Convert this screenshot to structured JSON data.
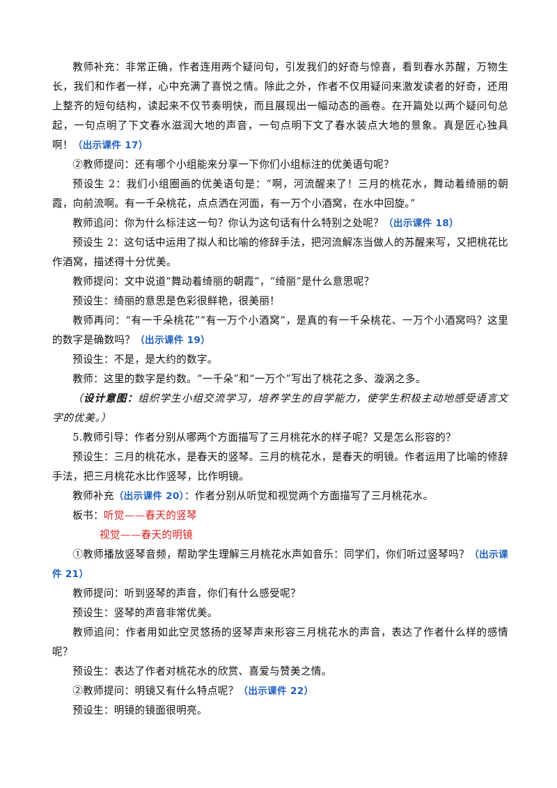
{
  "paragraphs": [
    {
      "parts": [
        {
          "t": "教师补充：非常正确，作者连用两个疑问句，引发我们的好奇与惊喜，看到春水苏醒，万物生长，我们和作者一样，心中充满了喜悦之情。除此之外，作者不仅用疑问来激发读者的好奇，还用上整齐的短句结构，读起来不仅节奏明快，而且展现出一幅动态的画卷。在开篇处以两个疑问句总起，一句点明了下文春水滋润大地的声音，一句点明下文了春水装点大地的景象。真是匠心独具啊！"
        },
        {
          "t": "（出示课件 17）",
          "hl": true
        }
      ]
    },
    {
      "parts": [
        {
          "t": "②教师提问：还有哪个小组能来分享一下你们小组标注的优美语句呢？"
        }
      ]
    },
    {
      "parts": [
        {
          "t": "预设生 2：我们小组圈画的优美语句是：“啊，河流醒来了！三月的桃花水，舞动着绮丽的朝霞，向前流啊。有一千朵桃花，点点洒在河面，有一万个小酒窝，在水中回旋。”"
        }
      ]
    },
    {
      "parts": [
        {
          "t": "教师追问：你为什么标注这一句？你认为这句话有什么特别之处呢？"
        },
        {
          "t": "（出示课件 18）",
          "hl": true
        }
      ]
    },
    {
      "parts": [
        {
          "t": "预设生 2：这句话中运用了拟人和比喻的修辞手法，把河流解冻当做人的苏醒来写，又把桃花比作酒窝，描述得十分优美。"
        }
      ]
    },
    {
      "parts": [
        {
          "t": "教师提问：文中说道“舞动着绮丽的朝霞”，“绮丽”是什么意思呢？"
        }
      ]
    },
    {
      "parts": [
        {
          "t": "预设生：绮丽的意思是色彩很鲜艳，很美丽！"
        }
      ]
    },
    {
      "parts": [
        {
          "t": "教师再问：“有一千朵桃花”“有一万个小酒窝”，是真的有一千朵桃花、一万个小酒窝吗？这里的数字是确数吗？"
        },
        {
          "t": "（出示课件 19）",
          "hl": true
        }
      ]
    },
    {
      "parts": [
        {
          "t": "预设生：不是，是大约的数字。"
        }
      ]
    },
    {
      "parts": [
        {
          "t": "教师：这里的数字是约数。“一千朵”和“一万个”写出了桃花之多、漩涡之多。"
        }
      ]
    },
    {
      "design": true,
      "parts": [
        {
          "t": "（"
        },
        {
          "t": "设计意图：",
          "b": true
        },
        {
          "t": "组织学生小组交流学习，培养学生的自学能力，使学生积极主动地感受语言文字的优美。）"
        }
      ]
    },
    {
      "parts": [
        {
          "t": "5.教师引导：作者分别从哪两个方面描写了三月桃花水的样子呢？又是怎么形容的？"
        }
      ]
    },
    {
      "parts": [
        {
          "t": "预设生：三月的桃花水，是春天的竖琴。三月的桃花水，是春天的明镜。作者运用了比喻的修辞手法，把三月桃花水比作竖琴，比作明镜。"
        }
      ]
    },
    {
      "parts": [
        {
          "t": "教师补充"
        },
        {
          "t": "（出示课件 20）",
          "hl": true
        },
        {
          "t": "：作者分别从听觉和视觉两个方面描写了三月桃花水。"
        }
      ]
    },
    {
      "parts": [
        {
          "t": "板书："
        },
        {
          "t": "听觉——春天的竖琴",
          "red": true
        }
      ]
    },
    {
      "cls": "bb2",
      "parts": [
        {
          "t": "视觉——春天的明镜",
          "red": true
        }
      ]
    },
    {
      "parts": [
        {
          "t": "①教师播放竖琴音频，帮助学生理解三月桃花水声如音乐：同学们，你们听过竖琴吗？"
        },
        {
          "t": "（出示课件 21）",
          "hl": true
        }
      ]
    },
    {
      "parts": [
        {
          "t": "教师提问：听到竖琴的声音，你们有什么感受呢？"
        }
      ]
    },
    {
      "parts": [
        {
          "t": "预设生：竖琴的声音非常优美。"
        }
      ]
    },
    {
      "parts": [
        {
          "t": "教师追问：作者用如此空灵悠扬的竖琴声来形容三月桃花水的声音，表达了作者什么样的感情呢？"
        }
      ]
    },
    {
      "parts": [
        {
          "t": "预设生：表达了作者对桃花水的欣赏、喜爱与赞美之情。"
        }
      ]
    },
    {
      "parts": [
        {
          "t": "②教师提问：明镜又有什么特点呢？"
        },
        {
          "t": "（出示课件 22）",
          "hl": true
        }
      ]
    },
    {
      "parts": [
        {
          "t": "预设生：明镜的镜面很明亮。"
        }
      ]
    }
  ],
  "colors": {
    "text": "#111111",
    "highlight": "#1f5fbf",
    "red": "#d62020"
  }
}
